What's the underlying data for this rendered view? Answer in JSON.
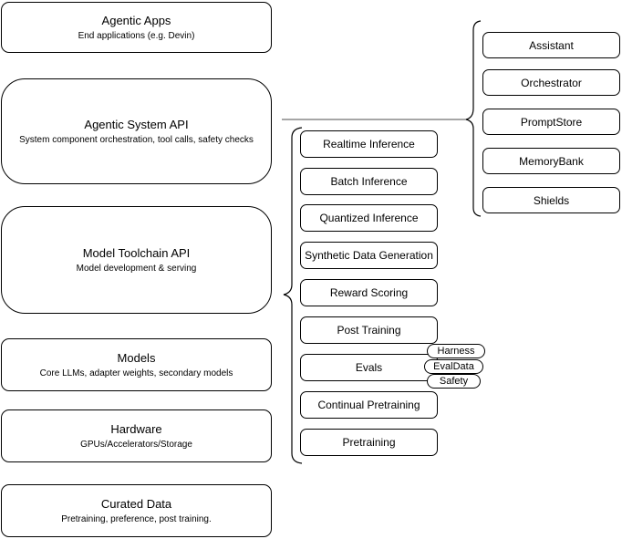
{
  "diagram": {
    "left_column": [
      {
        "title": "Agentic Apps",
        "subtitle": "End applications (e.g. Devin)"
      },
      {
        "title": "Agentic System API",
        "subtitle": "System component orchestration, tool calls, safety checks"
      },
      {
        "title": "Model Toolchain API",
        "subtitle": "Model development & serving"
      },
      {
        "title": "Models",
        "subtitle": "Core LLMs, adapter weights, secondary models"
      },
      {
        "title": "Hardware",
        "subtitle": "GPUs/Accelerators/Storage"
      },
      {
        "title": "Curated Data",
        "subtitle": "Pretraining, preference, post training."
      }
    ],
    "toolchain_items": [
      "Realtime Inference",
      "Batch Inference",
      "Quantized Inference",
      "Synthetic Data Generation",
      "Reward Scoring",
      "Post Training",
      "Evals",
      "Continual Pretraining",
      "Pretraining"
    ],
    "eval_pills": [
      "Harness",
      "EvalData",
      "Safety"
    ],
    "system_components": [
      "Assistant",
      "Orchestrator",
      "PromptStore",
      "MemoryBank",
      "Shields"
    ],
    "colors": {
      "stroke": "#000000",
      "background": "#ffffff"
    }
  }
}
